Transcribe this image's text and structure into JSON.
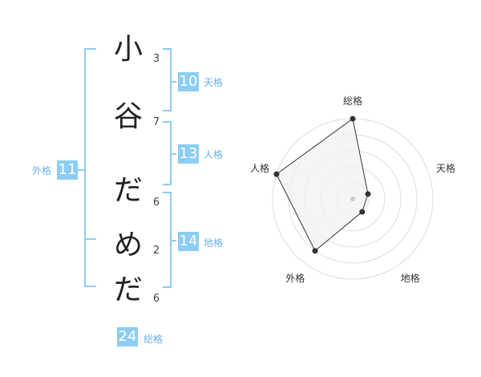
{
  "name": {
    "characters": [
      "小",
      "谷",
      "だ",
      "め",
      "だ"
    ],
    "strokes": [
      "3",
      "7",
      "6",
      "2",
      "6"
    ]
  },
  "fortunes": {
    "tenkaku": {
      "value": "10",
      "label": "天格"
    },
    "jinkaku": {
      "value": "13",
      "label": "人格"
    },
    "chikaku": {
      "value": "14",
      "label": "地格"
    },
    "gaikaku": {
      "value": "11",
      "label": "外格"
    },
    "soukaku": {
      "value": "24",
      "label": "総格"
    }
  },
  "radar": {
    "axes": [
      "総格",
      "天格",
      "地格",
      "外格",
      "人格"
    ],
    "levels": 5,
    "values": [
      5,
      1,
      1,
      4,
      5
    ],
    "max": 5,
    "colors": {
      "fill": "#f2f2f2",
      "stroke": "#333333",
      "ring": "#dddddd"
    }
  },
  "colors": {
    "accent": "#8ccdf5",
    "accent_text": "#6ab3e8"
  }
}
